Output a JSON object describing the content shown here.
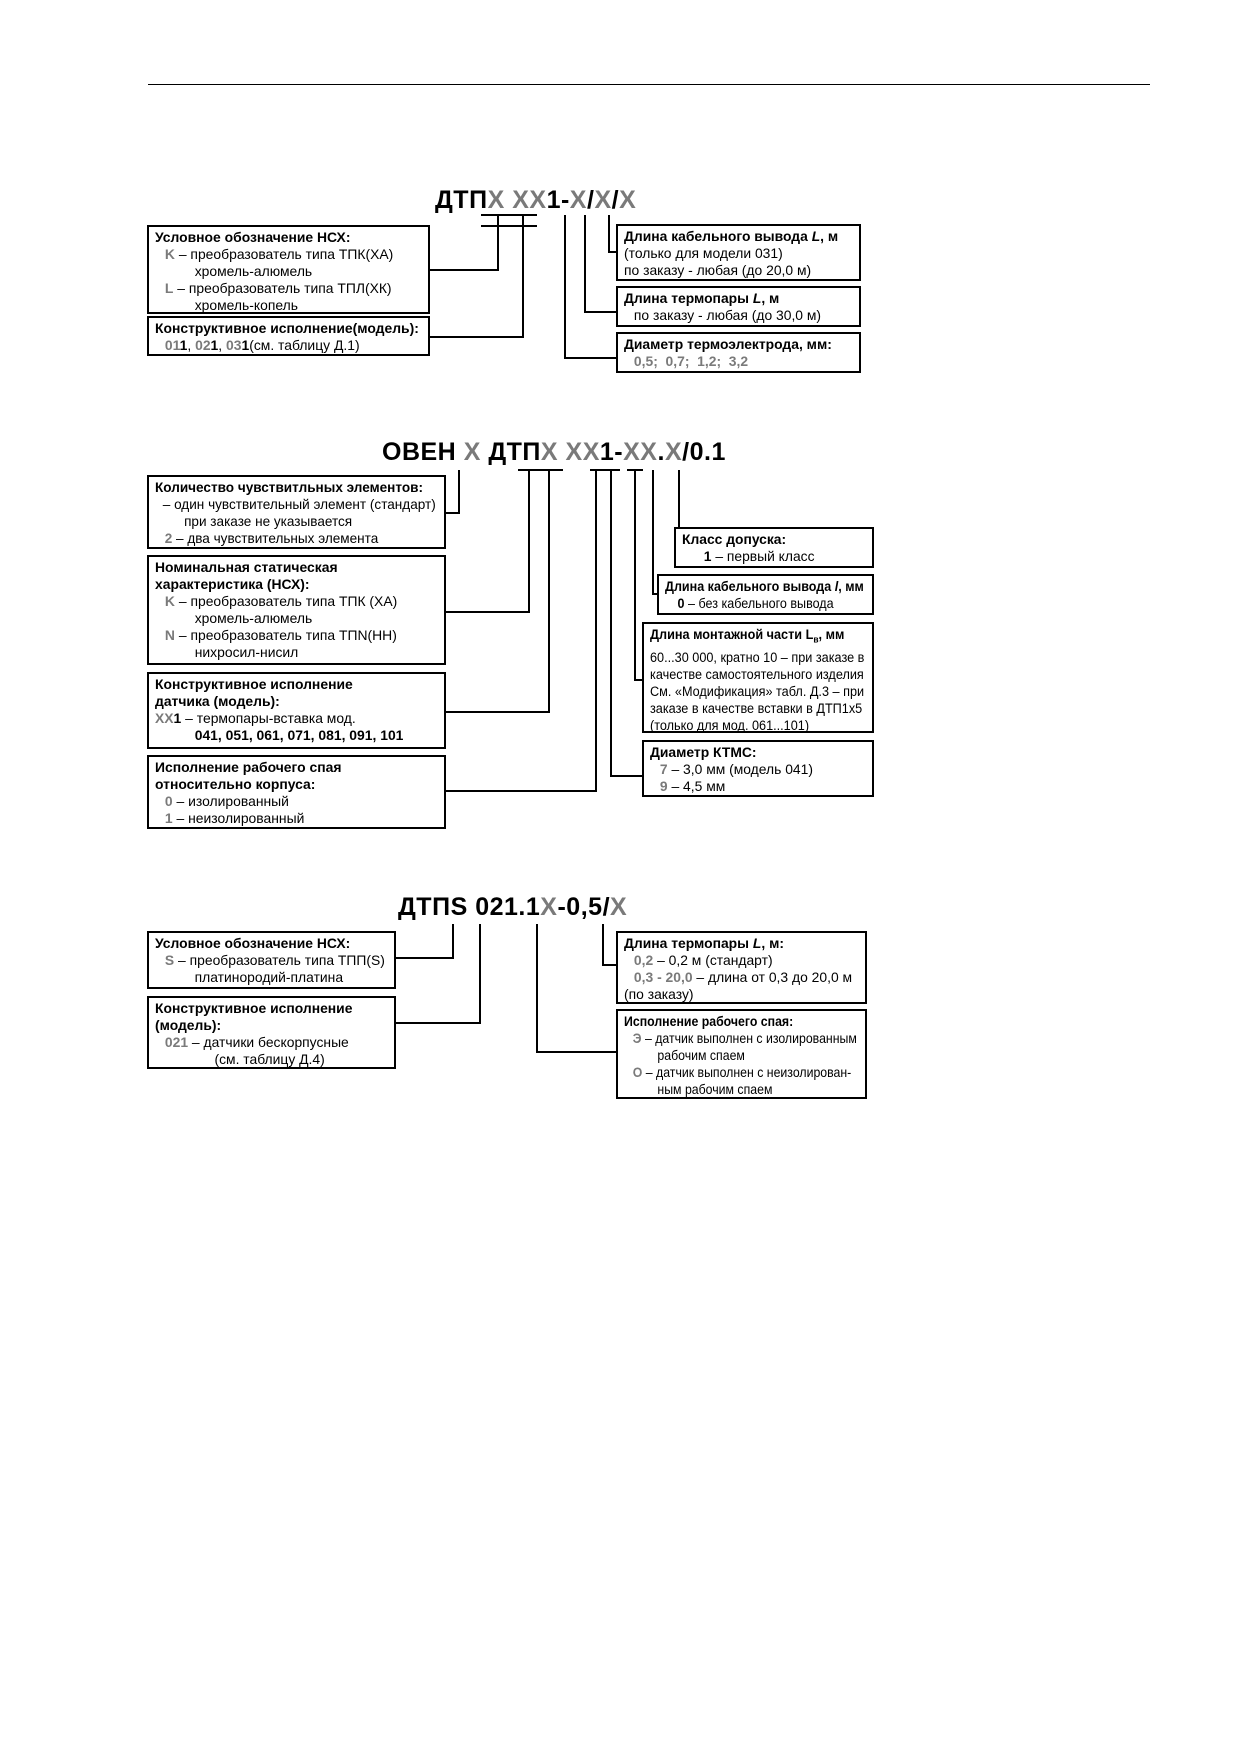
{
  "d1": {
    "code": [
      "ДТП",
      "X",
      " ",
      "XX",
      "1",
      "-",
      "X",
      "/",
      "X",
      "/",
      "X"
    ],
    "box_nsx": {
      "title": "Условное обозначение НСХ:",
      "k_code": "K",
      "k_text": " – преобразователь типа ТПК(ХА)",
      "k_text2": "хромель-алюмель",
      "l_code": "L",
      "l_text": " – преобразователь типа ТПЛ(ХК)",
      "l_text2": "хромель-копель"
    },
    "box_model": {
      "title": "Конструктивное исполнение(модель):",
      "m1g": "01",
      "m1b": "1",
      "sep1": ", ",
      "m2g": "02",
      "m2b": "1",
      "sep2": ", ",
      "m3g": "03",
      "m3b": "1",
      "tail": "(см. таблицу Д.1)"
    },
    "box_cable": {
      "title": "Длина кабельного вывода ",
      "title_l": "L",
      "title_tail": ", м",
      "line1": "(только для модели 031)",
      "line2": "по заказу - любая (до 20,0 м)"
    },
    "box_thermo": {
      "title": "Длина термопары ",
      "title_l": "L",
      "title_tail": ", м",
      "line1": "по заказу - любая (до 30,0 м)"
    },
    "box_diam": {
      "title": "Диаметр термоэлектрода, мм:",
      "values": "0,5;  0,7;  1,2;  3,2"
    }
  },
  "d2": {
    "code": [
      "ОВЕН",
      " ",
      "X",
      " ",
      "ДТП",
      "X",
      " ",
      "XX",
      "1",
      "-",
      "XX",
      ".",
      "X",
      "/",
      "0.",
      "1"
    ],
    "box_count": {
      "title": "Количество чувствитльных элементов:",
      "line1": "– один чувствительный элемент (стандарт)",
      "line2": "при заказе не указывается",
      "code2": "2",
      "line3": " – два чувствительных элемента"
    },
    "box_nsx": {
      "title1": "Номинальная статическая",
      "title2": "характеристика (НСХ):",
      "k_code": "K",
      "k_text": " – преобразователь типа ТПК (ХА)",
      "k_text2": "хромель-алюмель",
      "n_code": "N",
      "n_text": " – преобразователь типа ТПN(НН)",
      "n_text2": "нихросил-нисил"
    },
    "box_model": {
      "title1": "Конструктивное исполнение",
      "title2": "датчика (модель):",
      "code": "XX",
      "code_b": "1",
      "text": " – термопары-вставка мод.",
      "models": "041, 051, 061, 071, 081, 091, 101"
    },
    "box_junction": {
      "title1": "Исполнение рабочего спая",
      "title2": "относительно корпуса:",
      "c0": "0",
      "t0": " – изолированный",
      "c1": "1",
      "t1": " – неизолированный"
    },
    "box_class": {
      "title": "Класс допуска:",
      "c1": "1",
      "t1": " – первый класс"
    },
    "box_cable": {
      "title": "Длина кабельного вывода ",
      "title_l": "l",
      "title_tail": ", мм",
      "c0": "0",
      "t0": " – без кабельного вывода"
    },
    "box_mount": {
      "title": "Длина монтажной части L",
      "title_sub": "в",
      "title_tail": ", мм",
      "line1": "60...30 000, кратно 10 – при заказе в",
      "line2": "качестве самостоятельного изделия",
      "line3": "См. «Модификация» табл. Д.3 – при",
      "line4": "заказе в качестве вставки в ДТП1х5",
      "line5": "(только для мод. 061...101)"
    },
    "box_ktms": {
      "title": "Диаметр КТМС:",
      "c7": "7",
      "t7": " – 3,0 мм (модель 041)",
      "c9": "9",
      "t9": " – 4,5 мм"
    }
  },
  "d3": {
    "code": [
      "ДТП",
      "S",
      " ",
      "021",
      ".",
      "1",
      "X",
      "-0,5",
      "/",
      "X"
    ],
    "box_nsx": {
      "title": "Условное обозначение НСХ:",
      "s_code": "S",
      "s_text": " – преобразователь типа ТПП(S)",
      "s_text2": "платинородий-платина"
    },
    "box_model": {
      "title1": "Конструктивное исполнение",
      "title2": "(модель):",
      "code": "021",
      "text": " – датчики бескорпусные",
      "text2": "(см. таблицу Д.4)"
    },
    "box_thermo": {
      "title": "Длина термопары ",
      "title_l": "L",
      "title_tail": ", м:",
      "c1": "0,2",
      "t1": " – 0,2 м (стандарт)",
      "c2": "0,3 - 20,0",
      "t2": " – длина от 0,3 до 20,0 м",
      "t3": "(по заказу)"
    },
    "box_junction": {
      "title": "Исполнение рабочего спая:",
      "c1": "Э",
      "t1": " – датчик выполнен с изолированным",
      "t1b": "рабочим спаем",
      "c2": "О",
      "t2": " – датчик выполнен с неизолирован-",
      "t2b": "ным рабочим спаем"
    }
  }
}
